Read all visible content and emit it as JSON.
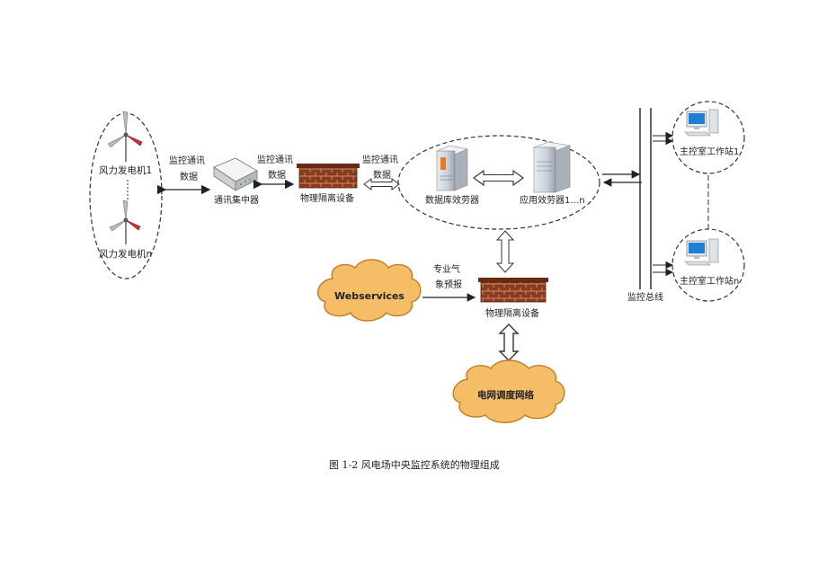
{
  "turbines": {
    "first_label": "风力发电机1",
    "last_label": "风力发电机n"
  },
  "links": {
    "monitor_comm_1": "监控通讯",
    "data_1": "数据",
    "monitor_comm_2": "监控通讯",
    "data_2": "数据",
    "monitor_comm_3": "监控通讯",
    "data_3": "数据"
  },
  "hub": {
    "label": "通讯集中器"
  },
  "isolation_top": {
    "label": "物理隔离设备"
  },
  "isolation_bottom": {
    "label": "物理隔离设备"
  },
  "servers": {
    "db_label": "数据库效劳器",
    "app_label": "应用效劳器1…n"
  },
  "weather": {
    "line1": "专业气",
    "line2": "象预报"
  },
  "clouds": {
    "webservices": "Webservices",
    "grid": "电网调度网络"
  },
  "bus": {
    "label": "监控总线"
  },
  "workstations": {
    "first_label": "主控室工作站1",
    "last_label": "主控室工作站n"
  },
  "caption": "图 1-2 风电场中央监控系统的物理组成",
  "colors": {
    "cloud_fill": "#f5be66",
    "cloud_stroke": "#c47a24",
    "wall_brick": "#8a3a1e",
    "wall_top": "#6a2a12",
    "arrow": "#222222"
  }
}
